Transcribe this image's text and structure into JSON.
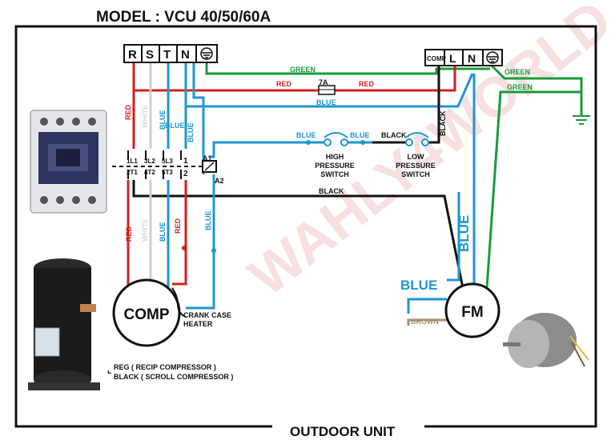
{
  "title": "MODEL :  VCU  40/50/60A",
  "footer": "OUTDOOR UNIT",
  "watermark": "WAHLY4WORLD",
  "terminal_block_main": [
    "R",
    "S",
    "T",
    "N"
  ],
  "terminal_block_fm": [
    "COMP",
    "L",
    "N"
  ],
  "fuse_label": "7A",
  "wire_labels": {
    "green": "GREEN",
    "red": "RED",
    "blue": "BLUE",
    "white": "WHITE",
    "black": "BLACK",
    "brown": "BROWN"
  },
  "contactor": {
    "top_terms": [
      "1L1",
      "3L2",
      "5L3",
      "1"
    ],
    "bottom_terms": [
      "2T1",
      "4T2",
      "5T3",
      "2"
    ],
    "coil_top": "A1",
    "coil_bottom": "A2"
  },
  "high_pressure_switch": [
    "HIGH",
    "PRESSURE",
    "SWITCH"
  ],
  "low_pressure_switch": [
    "LOW",
    "PRESSURE",
    "SWITCH"
  ],
  "compressor_label": "COMP",
  "fan_motor_label": "FM",
  "crank_case_heater": [
    "CRANK CASE",
    "HEATER"
  ],
  "compressor_note": [
    "REG  ( RECIP COMPRESSOR )",
    "BLACK ( SCROLL COMPRESSOR )"
  ],
  "colors": {
    "red": "#d32020",
    "blue": "#1e96d2",
    "green": "#1a9a3a",
    "black": "#111111",
    "white_wire": "#cfcfcf",
    "brown": "#a89070"
  }
}
